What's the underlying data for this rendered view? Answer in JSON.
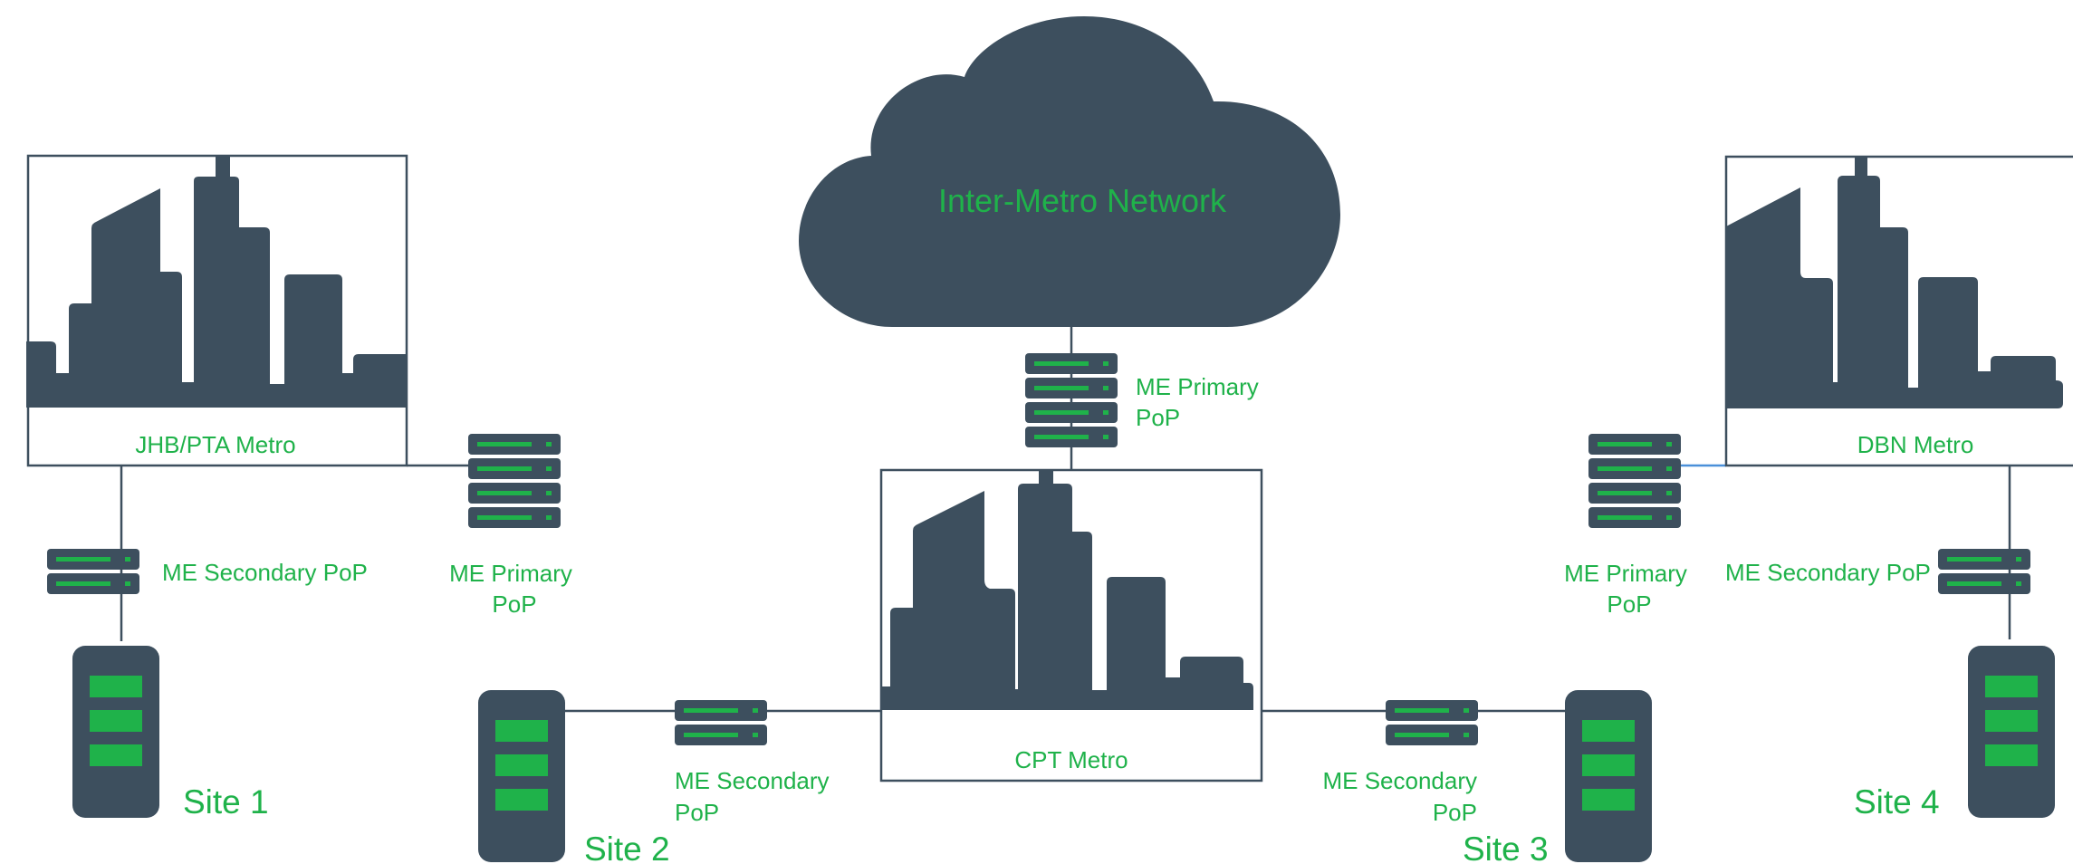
{
  "cloud": {
    "label": "Inter-Metro Network"
  },
  "metros": {
    "jhb": {
      "label": "JHB/PTA Metro"
    },
    "cpt": {
      "label": "CPT Metro"
    },
    "dbn": {
      "label": "DBN Metro"
    }
  },
  "pops": {
    "cloud_primary": {
      "line1": "ME Primary",
      "line2": "PoP"
    },
    "jhb_primary": {
      "line1": "ME Primary",
      "line2": "PoP"
    },
    "dbn_primary": {
      "line1": "ME Primary",
      "line2": "PoP"
    },
    "jhb_secondary": {
      "label": "ME Secondary PoP"
    },
    "dbn_secondary": {
      "label": "ME Secondary PoP"
    },
    "site2_secondary": {
      "line1": "ME Secondary",
      "line2": "PoP"
    },
    "site3_secondary": {
      "line1": "ME Secondary",
      "line2": "PoP"
    }
  },
  "sites": {
    "site1": "Site 1",
    "site2": "Site 2",
    "site3": "Site 3",
    "site4": "Site 4"
  },
  "colors": {
    "dark": "#3d4f5e",
    "accent": "#1fb24a",
    "link_highlight": "#4a90d9"
  }
}
